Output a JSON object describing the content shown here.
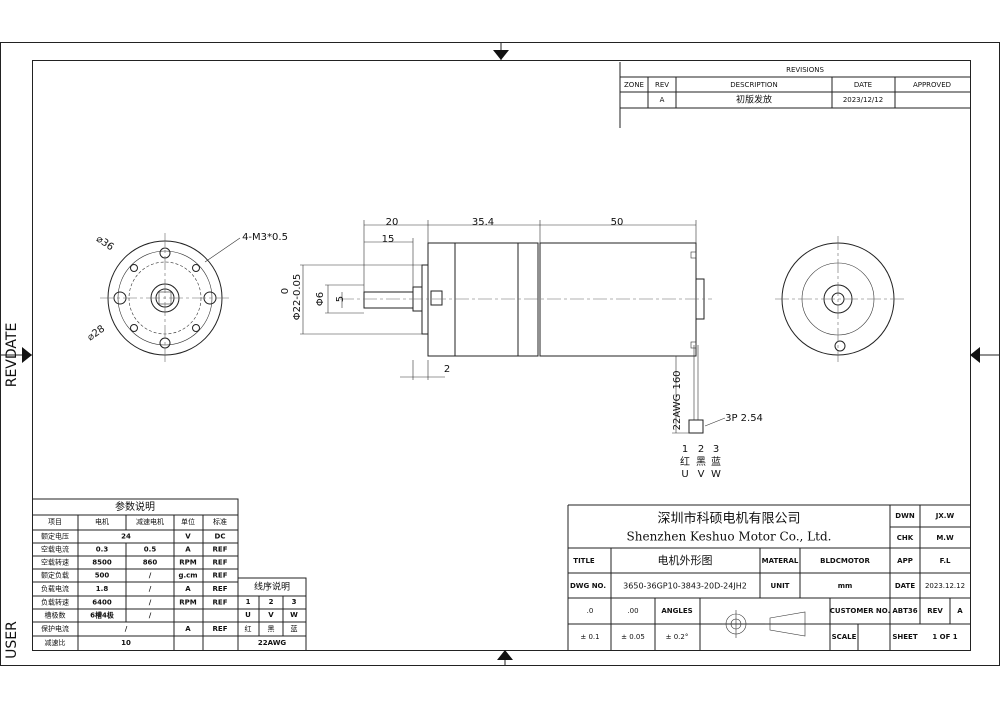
{
  "frame": {
    "left_label": "REVDATE",
    "left_bottom_label": "USER"
  },
  "revisions": {
    "title": "REVISIONS",
    "headers": [
      "ZONE",
      "REV",
      "DESCRIPTION",
      "DATE",
      "APPROVED"
    ],
    "rows": [
      [
        "",
        "A",
        "初版发放",
        "2023/12/12",
        ""
      ]
    ]
  },
  "dimensions": {
    "front_outer": "⌀36",
    "front_inner": "⌀28",
    "front_holes": "4-M3*0.5",
    "shaft_len": "20",
    "shaft_flat": "15",
    "gear_len": "35.4",
    "motor_len": "50",
    "boss_dia_tol": "0",
    "boss_dia": "Φ22-0.05",
    "shaft_dia": "Φ6",
    "shaft_flat_dim": "5",
    "boss_len": "2",
    "wire_len": "160",
    "wire_gauge": "22AWG",
    "connector": "3P 2.54",
    "pins": [
      "1",
      "2",
      "3"
    ],
    "colors": [
      "红",
      "黑",
      "蓝"
    ],
    "phases": [
      "U",
      "V",
      "W"
    ]
  },
  "params": {
    "title": "参数说明",
    "headers": [
      "项目",
      "电机",
      "减速电机",
      "单位",
      "标准"
    ],
    "rows": [
      [
        "额定电压",
        "24",
        "",
        "V",
        "DC"
      ],
      [
        "空载电流",
        "0.3",
        "0.5",
        "A",
        "REF"
      ],
      [
        "空载转速",
        "8500",
        "860",
        "RPM",
        "REF"
      ],
      [
        "额定负载",
        "500",
        "/",
        "g.cm",
        "REF"
      ],
      [
        "负载电流",
        "1.8",
        "/",
        "A",
        "REF"
      ],
      [
        "负载转速",
        "6400",
        "/",
        "RPM",
        "REF"
      ],
      [
        "槽极数",
        "6槽4极",
        "/",
        "",
        ""
      ],
      [
        "保护电流",
        "/",
        "",
        "A",
        "REF"
      ],
      [
        "减速比",
        "10",
        "",
        "",
        ""
      ]
    ]
  },
  "wiring": {
    "title": "线序说明",
    "pins": [
      "1",
      "2",
      "3"
    ],
    "phases": [
      "U",
      "V",
      "W"
    ],
    "colors": [
      "红",
      "黑",
      "蓝"
    ],
    "gauge": "22AWG"
  },
  "title_block": {
    "company_cn": "深圳市科硕电机有限公司",
    "company_en": "Shenzhen Keshuo Motor Co., Ltd.",
    "dwn_label": "DWN",
    "dwn": "JX.W",
    "chk_label": "CHK",
    "chk": "M.W",
    "title_label": "TITLE",
    "title": "电机外形图",
    "material_label": "MATERAL",
    "material": "BLDCMOTOR",
    "app_label": "APP",
    "app": "F.L",
    "dwg_label": "DWG NO.",
    "dwg": "3650-36GP10-3843-20D-24JH2",
    "unit_label": "UNIT",
    "unit": "mm",
    "date_label": "DATE",
    "date": "2023.12.12",
    "tol1": ".0",
    "tol2": ".00",
    "angles_label": "ANGLES",
    "tol1_val": "± 0.1",
    "tol2_val": "± 0.05",
    "angles_val": "± 0.2°",
    "customer_label": "CUSTOMER NO.",
    "customer": "ABT36",
    "rev_label": "REV",
    "rev": "A",
    "scale_label": "SCALE",
    "scale": "",
    "sheet_label": "SHEET",
    "sheet": "1 OF 1"
  }
}
